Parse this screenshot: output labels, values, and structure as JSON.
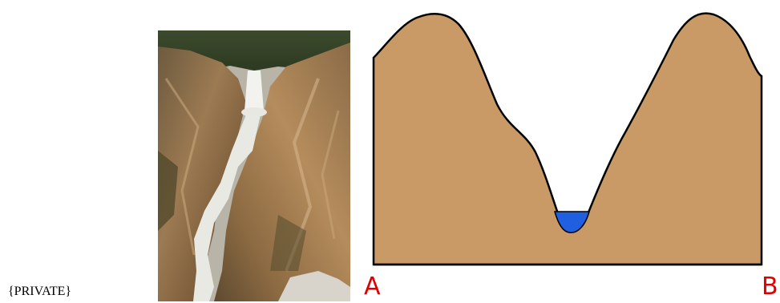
{
  "caption": "{PRIVATE}",
  "photo": {
    "subject": "canyon-waterfall-photo"
  },
  "diagram": {
    "left_point_label": "A",
    "right_point_label": "B",
    "colors": {
      "ground": "#c99966",
      "outline": "#000000",
      "water": "#1f5fe0",
      "labels": "#e00000",
      "sky": "#ffffff"
    }
  }
}
